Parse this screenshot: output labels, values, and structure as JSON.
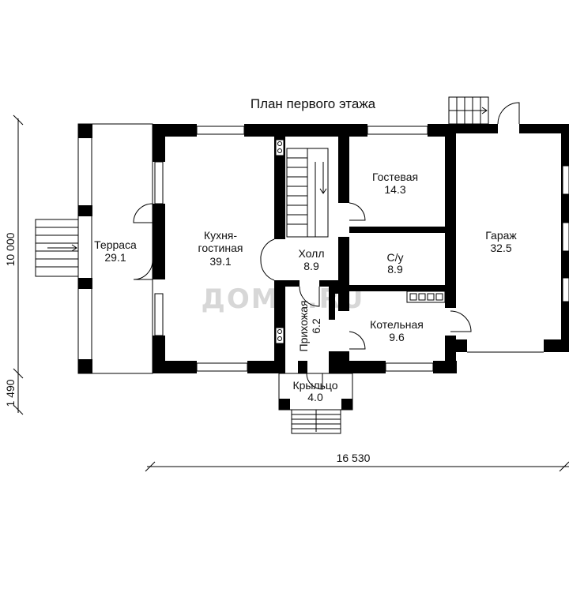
{
  "title": "План первого этажа",
  "watermark": "ДОМ    .RU",
  "dimensions": {
    "total_depth": "10 000",
    "porch_depth": "1 490",
    "total_width": "16 530"
  },
  "rooms": {
    "terrace": {
      "name": "Терраса",
      "area": "29.1"
    },
    "kitchen": {
      "name1": "Кухня-",
      "name2": "гостиная",
      "area": "39.1"
    },
    "hall": {
      "name": "Холл",
      "area": "8.9"
    },
    "guest": {
      "name": "Гостевая",
      "area": "14.3"
    },
    "bathroom": {
      "name": "С/у",
      "area": "8.9"
    },
    "boiler": {
      "name": "Котельная",
      "area": "9.6"
    },
    "vestibule": {
      "name": "Прихожая",
      "area": "6.2"
    },
    "porch": {
      "name": "Крыльцо",
      "area": "4.0"
    },
    "garage": {
      "name": "Гараж",
      "area": "32.5"
    }
  }
}
